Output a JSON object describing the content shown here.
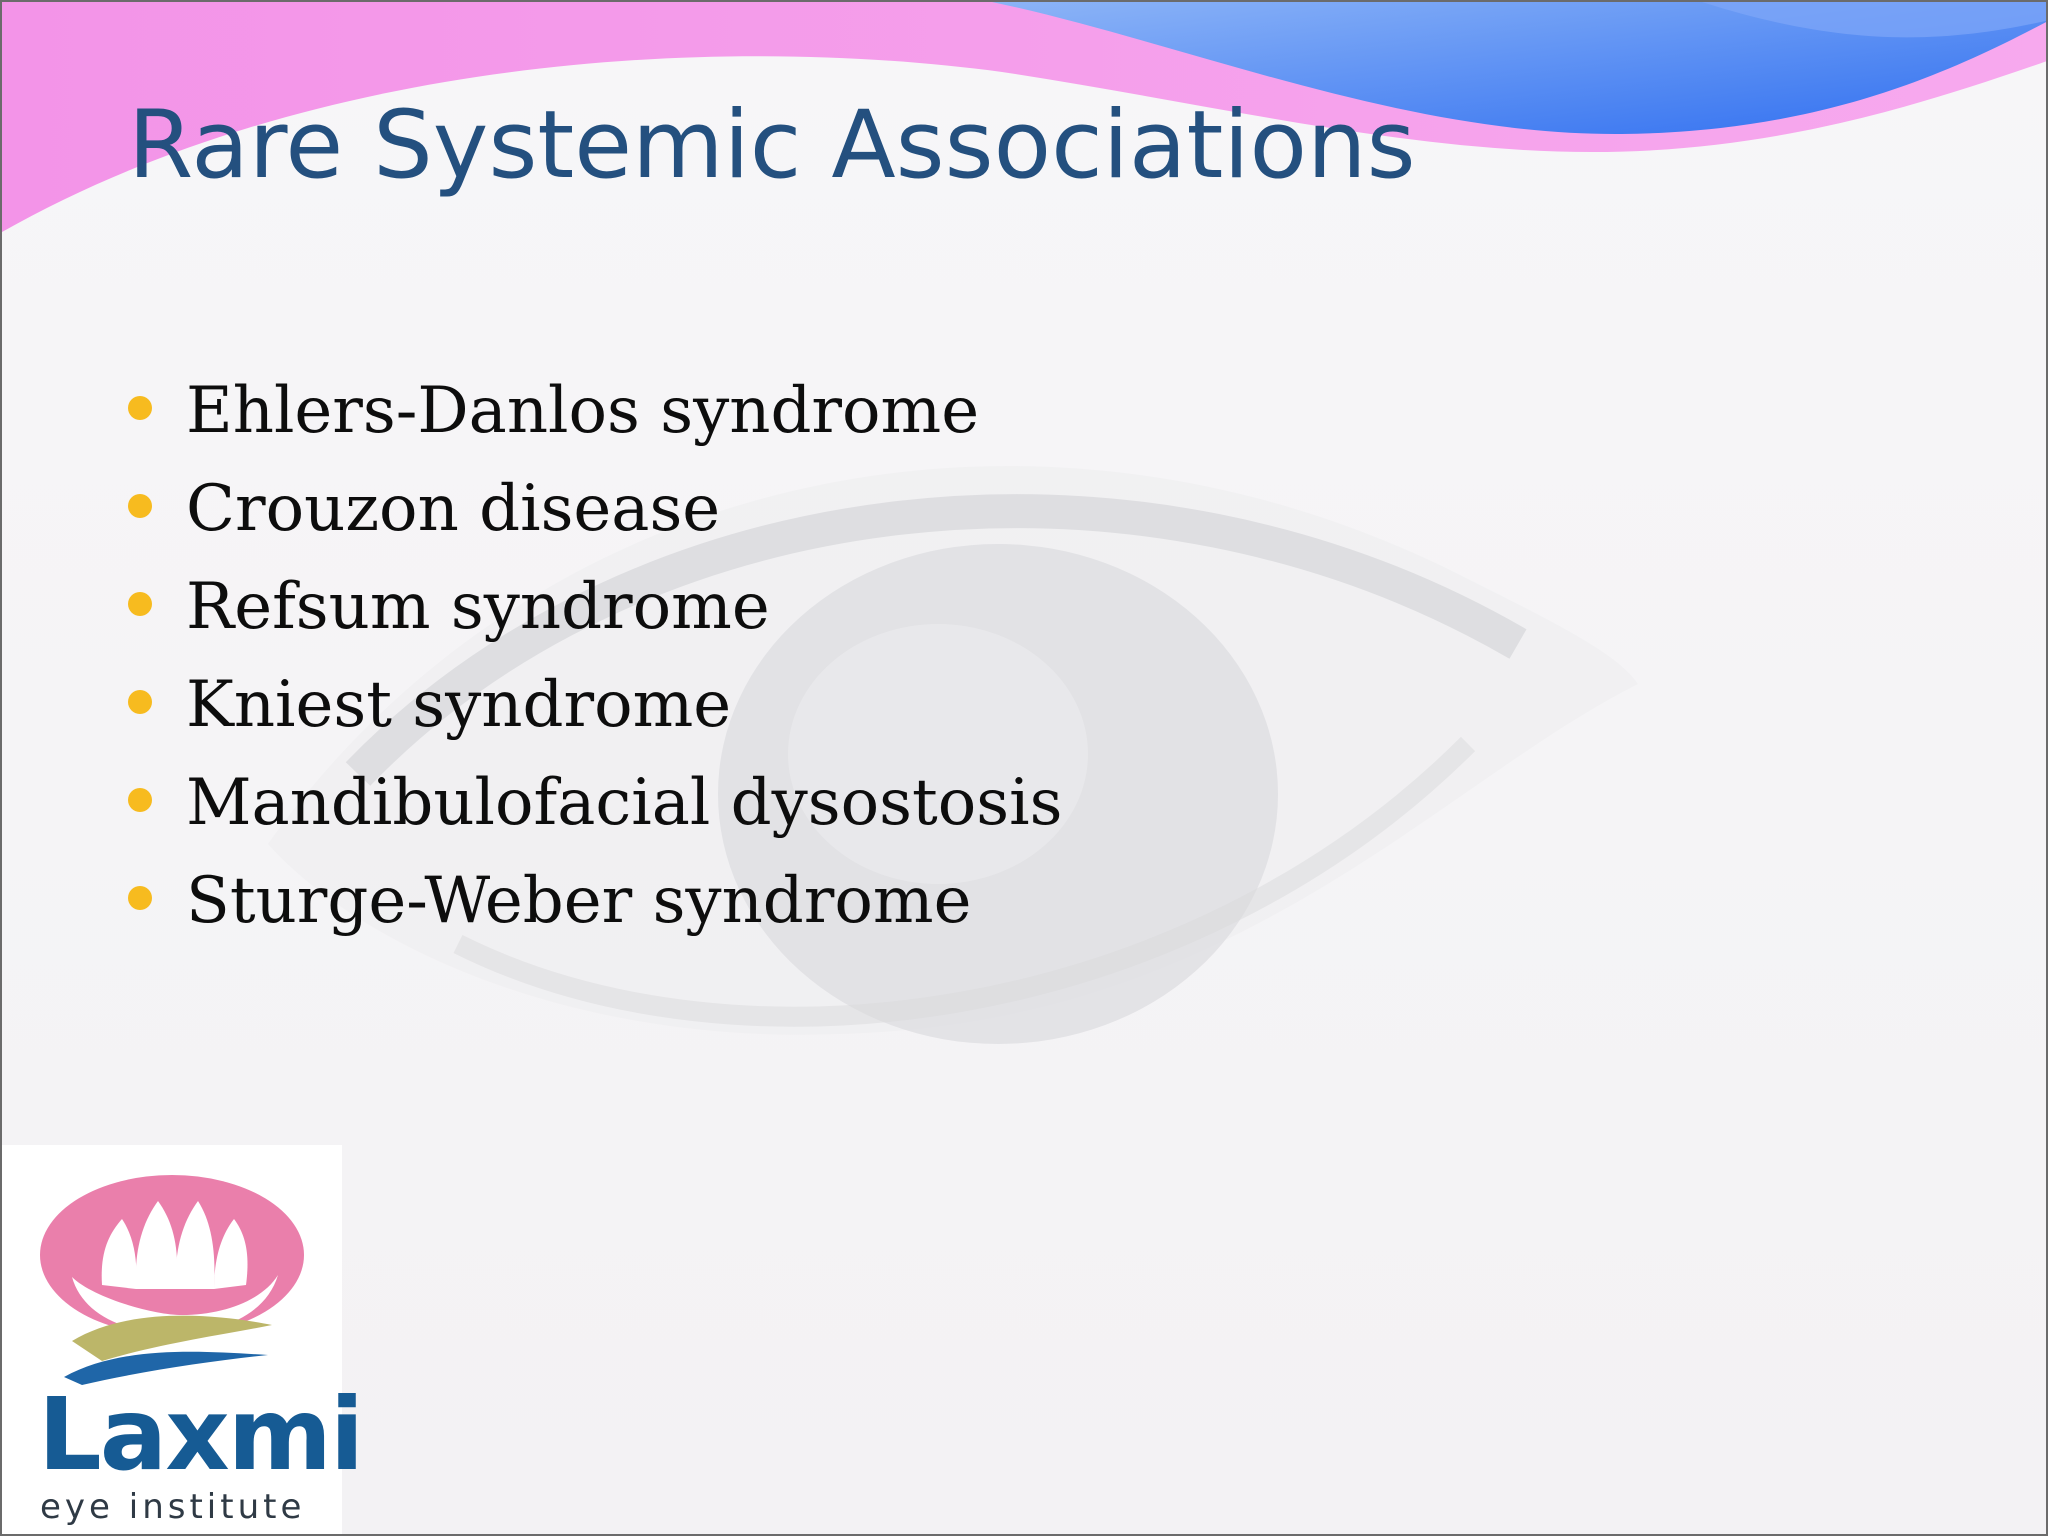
{
  "slide": {
    "title": "Rare Systemic Associations",
    "bullets": [
      "Ehlers-Danlos syndrome",
      "Crouzon disease",
      "Refsum syndrome",
      "Kniest syndrome",
      "Mandibulofacial dysostosis",
      "Sturge-Weber syndrome"
    ]
  },
  "logo": {
    "name": "Laxmi",
    "subtitle": "eye institute"
  },
  "colors": {
    "title": "#24507f",
    "bullet": "#f7bb1f",
    "wave_pink": "#f6a6ec",
    "wave_blue": "#4a84f2",
    "logo_text": "#165b94"
  },
  "icons": {
    "bullet": "bullet-dot-icon",
    "logo": "lotus-logo-icon",
    "background": "eye-watermark-icon"
  }
}
